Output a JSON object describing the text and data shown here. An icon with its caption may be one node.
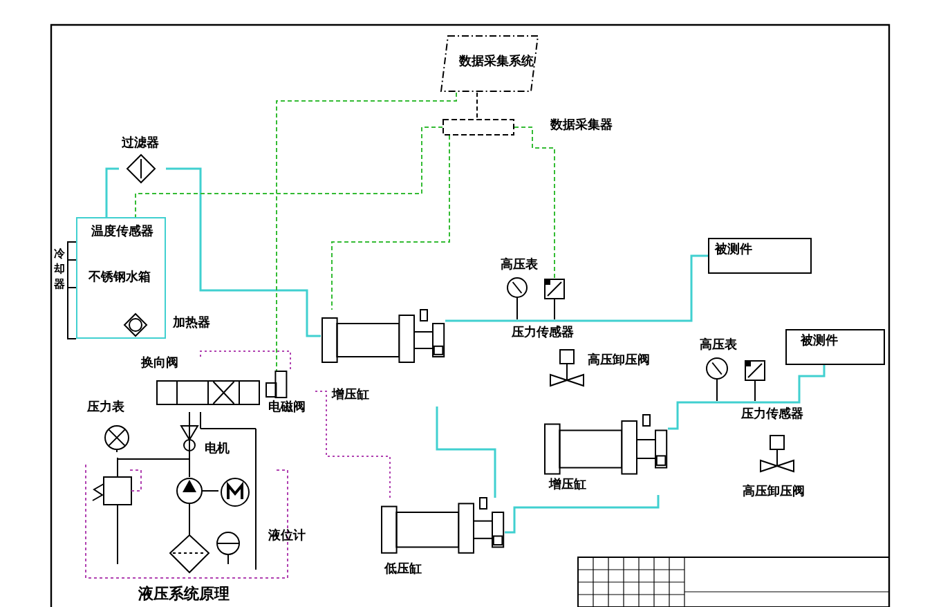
{
  "diagram": {
    "nodes": [
      {
        "text": [
          "数据采集系统"
        ]
      },
      {
        "text": [],
        "shape": "box",
        "beside": [
          "数据采集器"
        ]
      },
      {
        "text": [
          "过滤器"
        ]
      },
      {
        "text": [
          "温度传感器",
          "不锈钢水箱"
        ]
      },
      {
        "text": [],
        "shape": "diamond",
        "beside": [
          "加热器"
        ],
        "in": 3
      },
      {
        "text": [
          "增压缸"
        ]
      },
      {
        "text": [
          "高压表"
        ]
      },
      {
        "text": [],
        "shape": "box",
        "beside": [
          "压力传感器"
        ]
      },
      {
        "text": [
          "高压卸压阀"
        ]
      },
      {
        "text": [
          "被测件"
        ]
      },
      {
        "text": [
          "高压表"
        ]
      },
      {
        "text": [],
        "shape": "box",
        "beside": [
          "压力传感器"
        ]
      },
      {
        "text": [
          "高压卸压阀"
        ]
      },
      {
        "text": [
          "被测件"
        ]
      },
      {
        "text": [
          "换向阀"
        ]
      },
      {
        "text": [
          "电磁阀"
        ]
      },
      {
        "text": [
          "压力表"
        ]
      },
      {
        "text": [
          "电机"
        ]
      },
      {
        "text": [
          "液位计"
        ]
      },
      {
        "text": [
          "增压缸"
        ]
      },
      {
        "text": [
          "低压缸"
        ]
      }
    ],
    "edges": [
      {
        "from": 3,
        "to": 2,
        "arrow": "none"
      },
      {
        "from": 2,
        "to": 5,
        "arrow": "none"
      },
      {
        "from": 5,
        "to": 9,
        "arrow": "none"
      },
      {
        "from": 5,
        "to": 20,
        "arrow": "none"
      },
      {
        "from": 20,
        "to": 19,
        "arrow": "none"
      },
      {
        "from": 19,
        "to": 13,
        "arrow": "none"
      },
      {
        "from": 1,
        "to": 3,
        "arrow": "none",
        "style": "dashed",
        "color": "#33bb33"
      },
      {
        "from": 0,
        "to": 15,
        "arrow": "none",
        "style": "dashed",
        "color": "#33bb33"
      },
      {
        "from": 1,
        "to": 5,
        "arrow": "none",
        "style": "dashed",
        "color": "#33bb33"
      },
      {
        "from": 1,
        "to": 7,
        "arrow": "none",
        "style": "dashed",
        "color": "#33bb33"
      },
      {
        "from": 0,
        "to": 1,
        "arrow": "none",
        "style": "dashed",
        "color": "#000000"
      },
      {
        "from": 14,
        "to": 15,
        "arrow": "none",
        "style": "dashed",
        "color": "#b040b0"
      },
      {
        "from": 15,
        "to": 20,
        "arrow": "none",
        "style": "dashed",
        "color": "#b040b0"
      }
    ],
    "labels": [
      "冷却器",
      "液压系统原理"
    ]
  }
}
